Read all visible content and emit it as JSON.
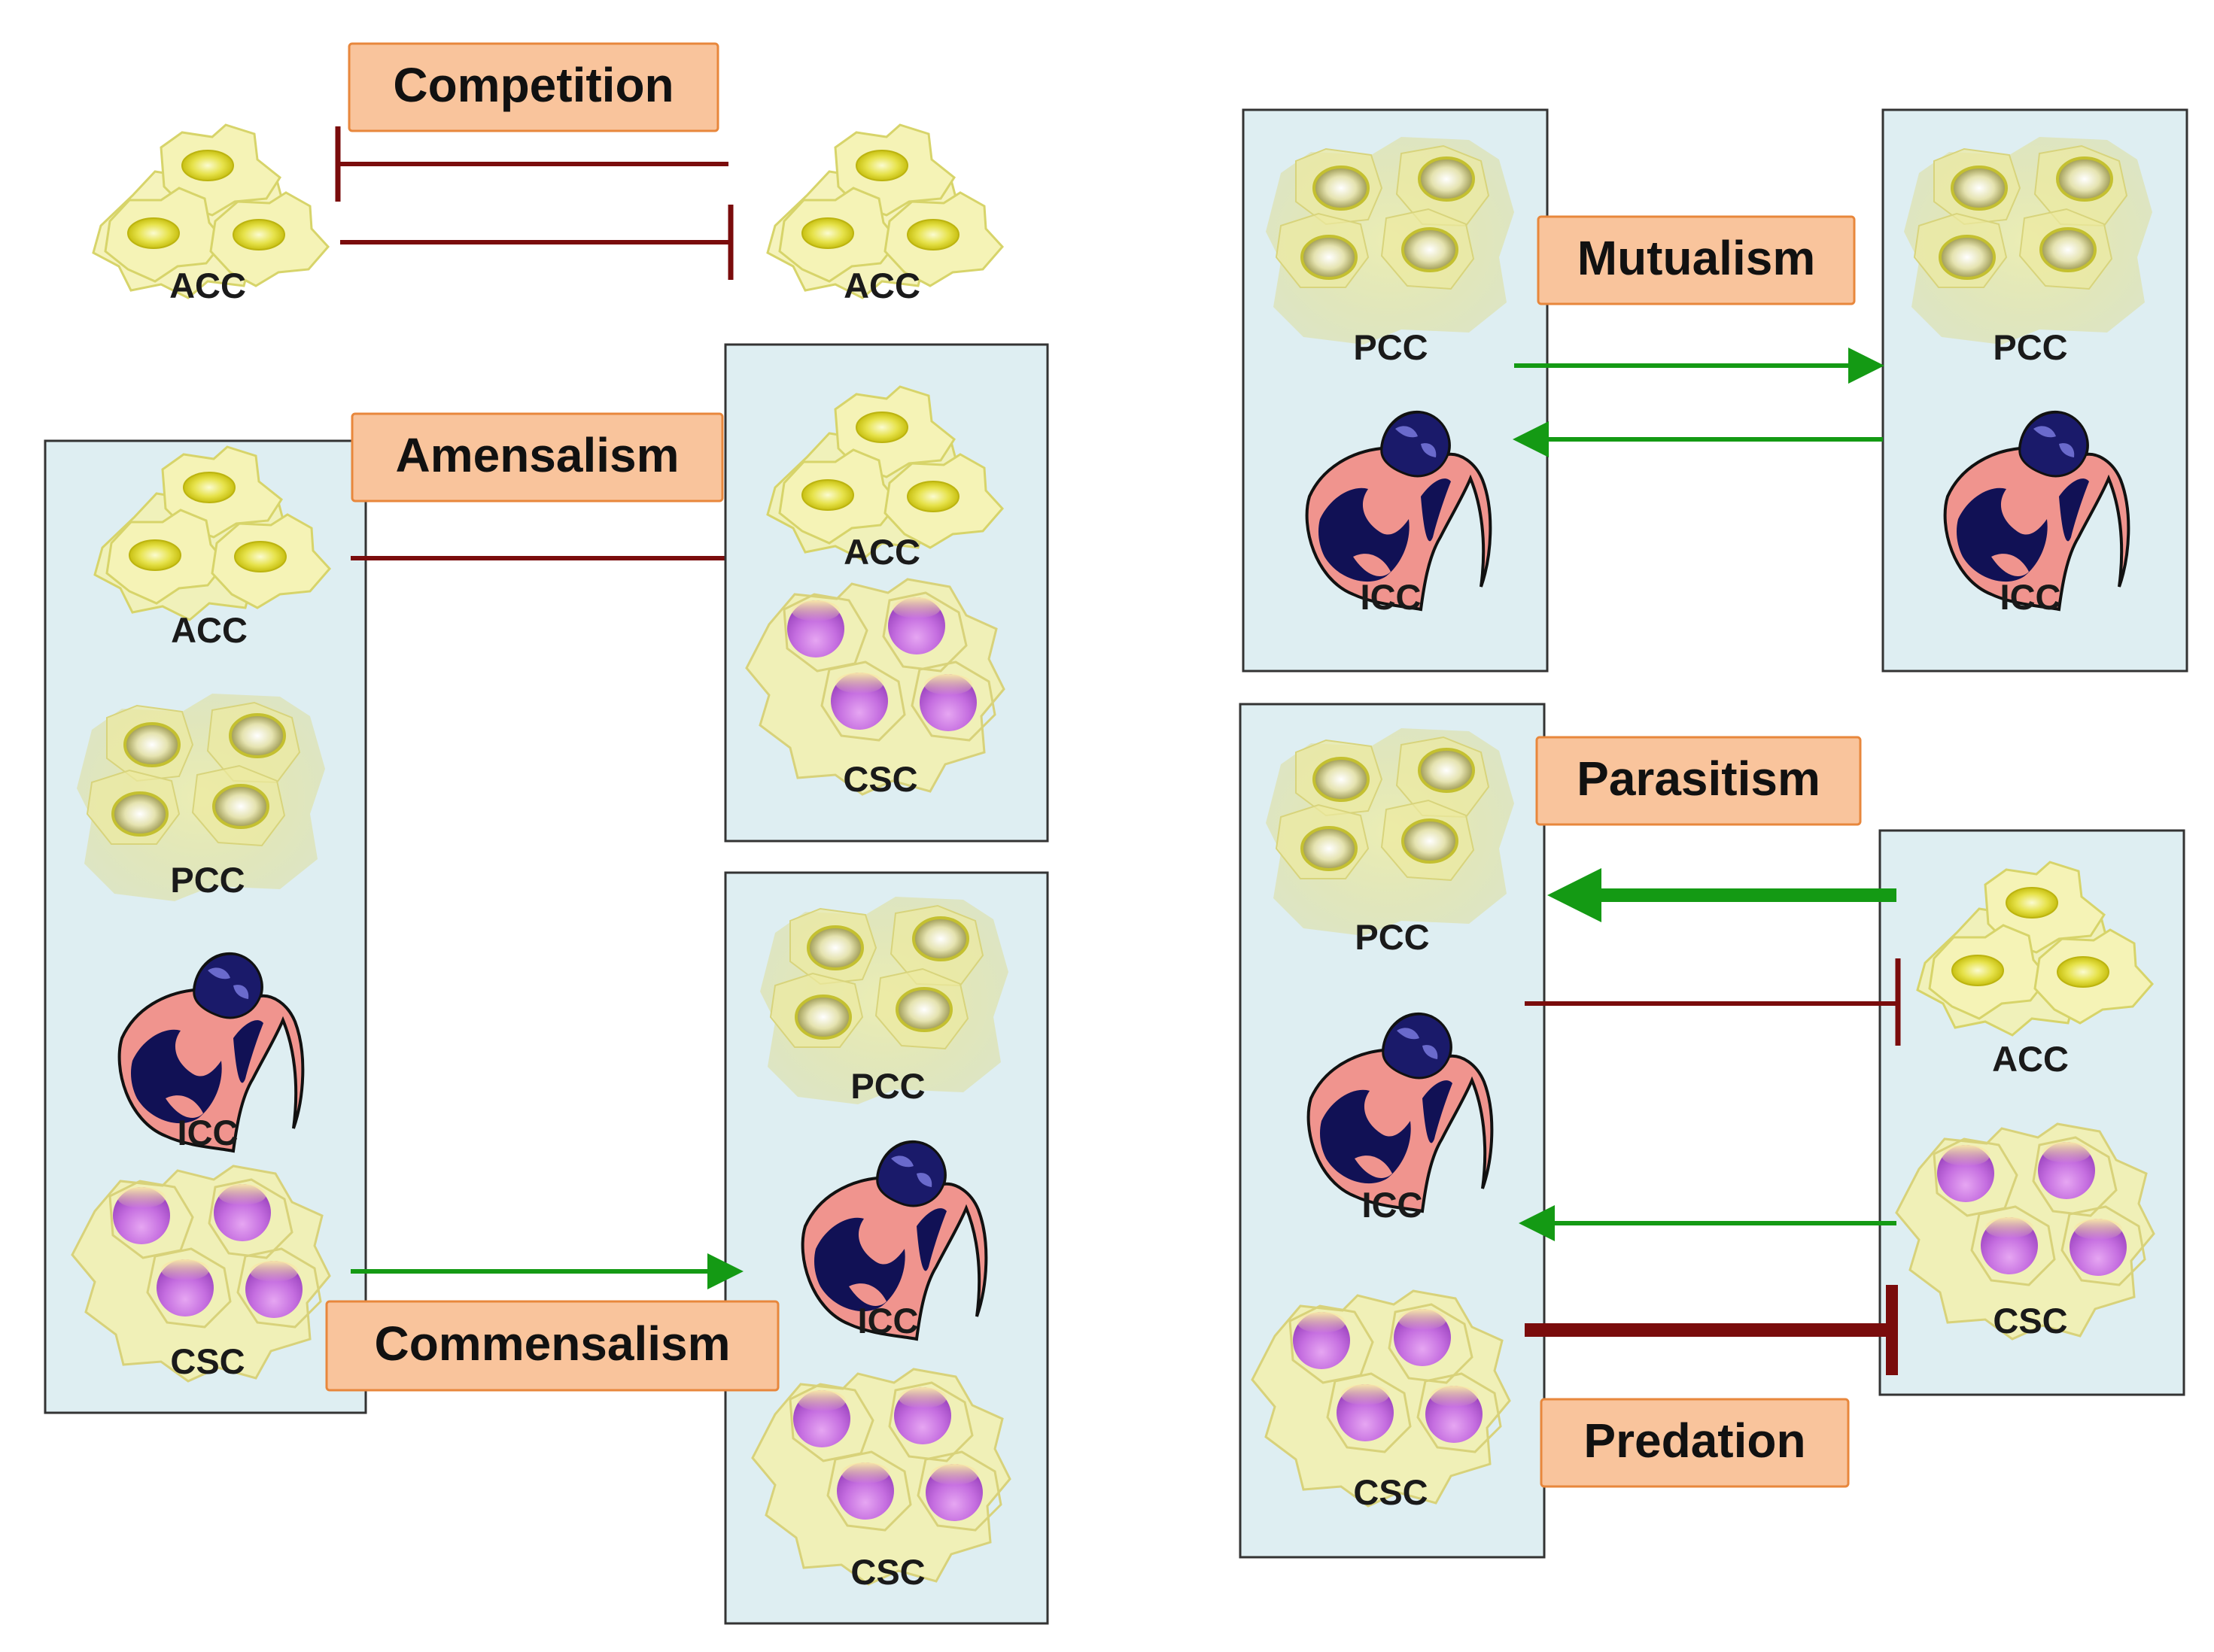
{
  "colors": {
    "panel_fill": "#deeef2",
    "label_fill": "#f9c49c",
    "label_border": "#e8873c",
    "inhibit": "#7a0c0c",
    "promote": "#149a14",
    "acc_cell": "#f4f2a6",
    "csc_nucleus": "#c56ee0",
    "icc_cell": "#f0948e",
    "icc_nucleus": "#101060"
  },
  "labels": {
    "competition": "Competition",
    "amensalism": "Amensalism",
    "commensalism": "Commensalism",
    "mutualism": "Mutualism",
    "parasitism": "Parasitism",
    "predation": "Predation"
  },
  "cells": {
    "acc": "ACC",
    "pcc": "PCC",
    "icc": "ICC",
    "csc": "CSC"
  },
  "legend_icons": [
    "acc-cluster-icon",
    "pcc-cluster-icon",
    "icc-cell-icon",
    "csc-cluster-icon"
  ]
}
